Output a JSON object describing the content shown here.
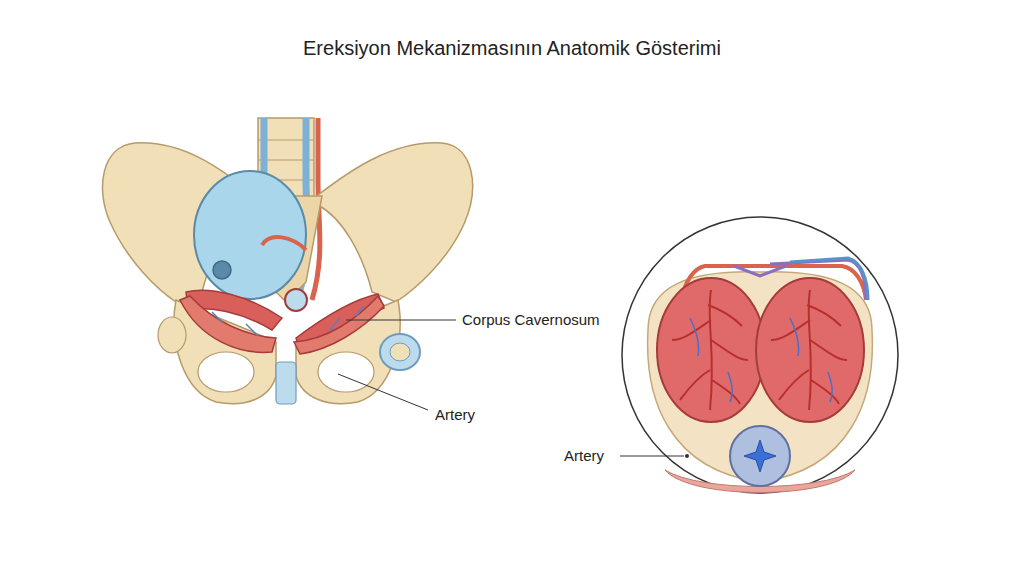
{
  "diagram": {
    "title": "Ereksiyon Mekanizmasının Anatomik Gösterimi",
    "labels": [
      "Corpus Cavernosum",
      "Artery",
      "Artery"
    ]
  }
}
